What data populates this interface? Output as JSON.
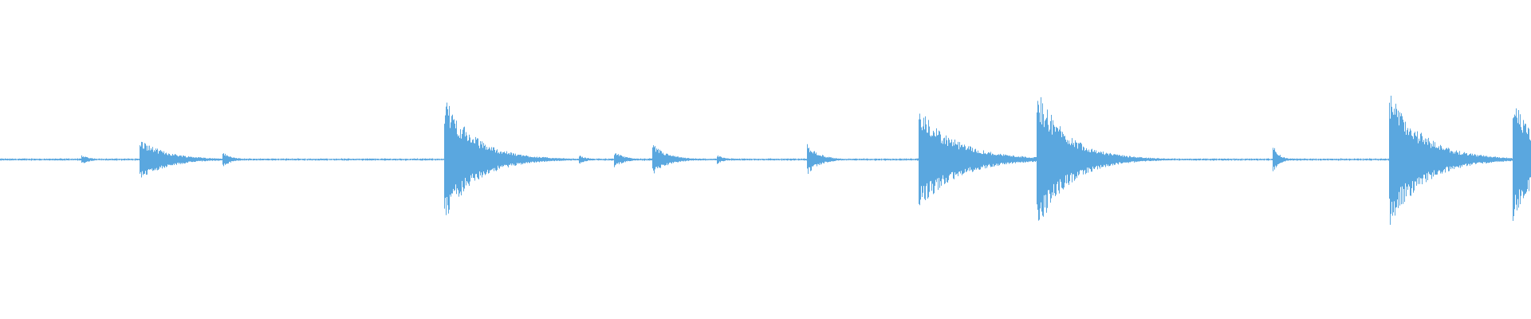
{
  "waveform": {
    "color": "#5aa7df",
    "background": "#ffffff",
    "baseline_fraction": 0.5,
    "time_range": [
      0,
      1
    ],
    "onsets": [
      {
        "t": 0.053,
        "amp": 0.03,
        "decay": 0.006
      },
      {
        "t": 0.091,
        "amp": 0.13,
        "decay": 0.018
      },
      {
        "t": 0.145,
        "amp": 0.05,
        "decay": 0.006
      },
      {
        "t": 0.29,
        "amp": 0.4,
        "decay": 0.02
      },
      {
        "t": 0.336,
        "amp": 0.03,
        "decay": 0.005
      },
      {
        "t": 0.378,
        "amp": 0.03,
        "decay": 0.005
      },
      {
        "t": 0.401,
        "amp": 0.05,
        "decay": 0.007
      },
      {
        "t": 0.426,
        "amp": 0.1,
        "decay": 0.01
      },
      {
        "t": 0.468,
        "amp": 0.03,
        "decay": 0.005
      },
      {
        "t": 0.527,
        "amp": 0.1,
        "decay": 0.008
      },
      {
        "t": 0.6,
        "amp": 0.32,
        "decay": 0.025
      },
      {
        "t": 0.677,
        "amp": 0.46,
        "decay": 0.02
      },
      {
        "t": 0.831,
        "amp": 0.1,
        "decay": 0.004
      },
      {
        "t": 0.907,
        "amp": 0.44,
        "decay": 0.022
      },
      {
        "t": 0.957,
        "amp": 0.04,
        "decay": 0.004
      },
      {
        "t": 0.988,
        "amp": 0.4,
        "decay": 0.015
      }
    ]
  }
}
